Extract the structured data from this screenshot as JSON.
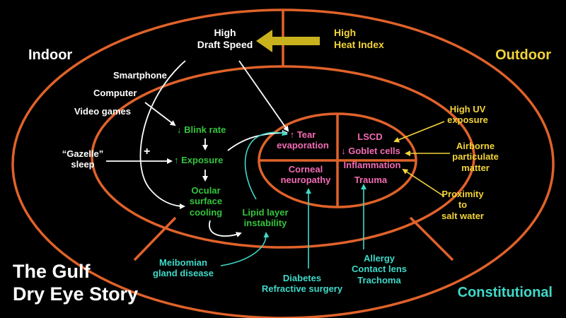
{
  "colors": {
    "ring": "#e0622a",
    "white": "#ffffff",
    "yellow": "#f2d33a",
    "green": "#35c43c",
    "pink": "#f26bb4",
    "cyan": "#3fd9c8",
    "olive_arrow": "#c9b21e"
  },
  "title": {
    "line1": "The Gulf",
    "line2": "Dry Eye Story"
  },
  "quadrants": {
    "indoor": "Indoor",
    "outdoor": "Outdoor",
    "constitutional": "Constitutional"
  },
  "top": {
    "draft_speed": {
      "line1": "High",
      "line2": "Draft Speed"
    },
    "heat_index": {
      "line1": "High",
      "line2": "Heat Index"
    }
  },
  "indoor_factors": {
    "smartphone": "Smartphone",
    "computer": "Computer",
    "video_games": "Video games",
    "gazelle_sleep": {
      "line1": "“Gazelle”",
      "line2": "sleep"
    },
    "plus": "+"
  },
  "mechanisms": {
    "blink_rate": {
      "arrow": "↓",
      "label": "Blink rate"
    },
    "exposure": {
      "arrow": "↑",
      "label": "Exposure"
    },
    "cooling": {
      "line1": "Ocular",
      "line2": "surface",
      "line3": "cooling"
    },
    "lipid": {
      "line1": "Lipid layer",
      "line2": "instability"
    }
  },
  "core": {
    "tear": {
      "arrow": "↑",
      "line1": "Tear",
      "line2": "evaporation"
    },
    "corneal": {
      "line1": "Corneal",
      "line2": "neuropathy"
    },
    "lscd": "LSCD",
    "goblet": {
      "arrow": "↓",
      "label": "Goblet cells"
    },
    "inflammation": "Inflammation",
    "trauma": "Trauma"
  },
  "outdoor_factors": {
    "uv": {
      "line1": "High UV",
      "line2": "exposure"
    },
    "airborne": {
      "line1": "Airborne",
      "line2": "particulate",
      "line3": "matter"
    },
    "proximity": {
      "line1": "Proximity",
      "line2": "to",
      "line3": "salt water"
    }
  },
  "constitutional_factors": {
    "meibomian": {
      "line1": "Meibomian",
      "line2": "gland disease"
    },
    "diabetes": {
      "line1": "Diabetes",
      "line2": "Refractive surgery"
    },
    "allergy": {
      "line1": "Allergy",
      "line2": "Contact lens",
      "line3": "Trachoma"
    }
  }
}
